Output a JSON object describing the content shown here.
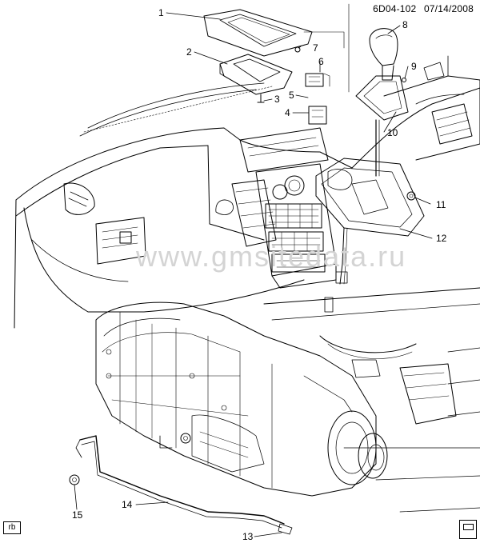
{
  "header": {
    "code": "6D04-102",
    "date": "07/14/2008"
  },
  "watermark": "www.gmsitedata.ru",
  "footer": {
    "tag": "rb"
  },
  "callouts": [
    {
      "id": "c1",
      "num": "1"
    },
    {
      "id": "c2",
      "num": "2"
    },
    {
      "id": "c3",
      "num": "3"
    },
    {
      "id": "c4",
      "num": "4"
    },
    {
      "id": "c5",
      "num": "5"
    },
    {
      "id": "c6",
      "num": "6"
    },
    {
      "id": "c7",
      "num": "7"
    },
    {
      "id": "c8",
      "num": "8"
    },
    {
      "id": "c9",
      "num": "9"
    },
    {
      "id": "c10",
      "num": "10"
    },
    {
      "id": "c11",
      "num": "11"
    },
    {
      "id": "c12",
      "num": "12"
    },
    {
      "id": "c13",
      "num": "13"
    },
    {
      "id": "c14",
      "num": "14"
    },
    {
      "id": "c15",
      "num": "15"
    }
  ]
}
